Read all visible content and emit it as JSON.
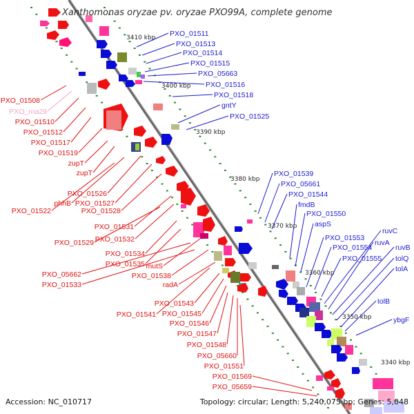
{
  "title": "Xanthomonas oryzae pv. oryzae PXO99A, complete genome",
  "footer": {
    "accession": "Accession: NC_010717",
    "summary": "Topology: circular; Length: 5,240,075 bp; Genes: 5,048"
  },
  "colors": {
    "backbone": "#808080",
    "forward_label": "#1a1ad0",
    "reverse_label": "#e01010",
    "rna_label": "#f4a0c8",
    "tick": "#2a8a2a"
  },
  "scale_ticks": [
    "3410 kbp",
    "3400 kbp",
    "3390 kbp",
    "3380 kbp",
    "3370 kbp",
    "3360 kbp",
    "3350 kbp",
    "3340 kbp"
  ],
  "forward_labels": [
    "PXO_01511",
    "PXO_01513",
    "PXO_01514",
    "PXO_01515",
    "PXO_05663",
    "PXO_01516",
    "PXO_01518",
    "gntY",
    "PXO_01525",
    "PXO_01539",
    "PXO_05661",
    "PXO_01544",
    "fmdB",
    "PXO_01550",
    "aspS",
    "PXO_01553",
    "PXO_01554",
    "PXO_01555",
    "ruvC",
    "ruvA",
    "ruvB",
    "tolQ",
    "tolA",
    "tolB",
    "ybgF"
  ],
  "reverse_labels": [
    "PXO_01508",
    "PXO_rna29",
    "PXO_01510",
    "PXO_01512",
    "PXO_01517",
    "PXO_01519",
    "zupT",
    "zupT",
    "PXO_01526",
    "phhB",
    "PXO_01527",
    "PXO_01522",
    "PXO_01528",
    "PXO_01531",
    "PXO_01532",
    "PXO_01529",
    "PXO_01534",
    "PXO_01535",
    "mutS",
    "PXO_05662",
    "PXO_01538",
    "PXO_01533",
    "radA",
    "PXO_01543",
    "PXO_01541",
    "PXO_01545",
    "PXO_01546",
    "PXO_01547",
    "PXO_01548",
    "PXO_05660",
    "PXO_01551",
    "PXO_01569",
    "PXO_05659"
  ]
}
